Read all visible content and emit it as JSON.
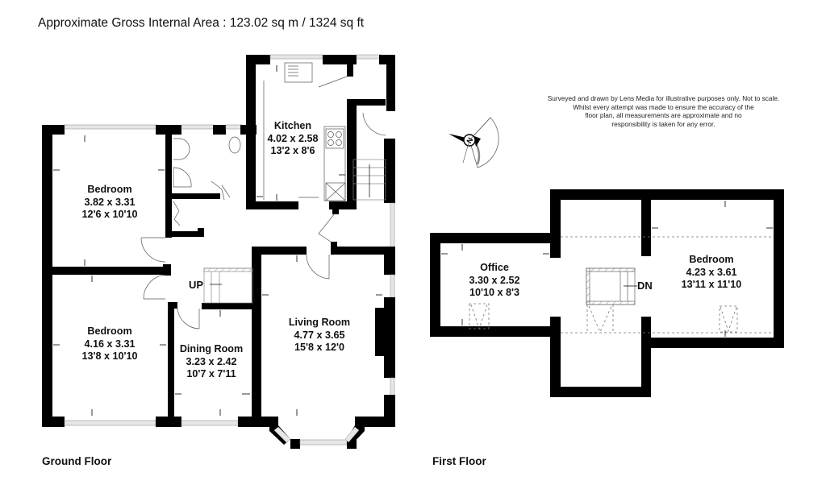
{
  "header": {
    "title": "Approximate Gross Internal Area : 123.02 sq m / 1324 sq ft"
  },
  "disclaimer": {
    "lines": [
      "Surveyed and drawn by Lens Media for illustrative purposes only. Not to scale.",
      "Whilst every attempt was made to ensure the accuracy of the",
      "floor plan, all measurements are approximate and no",
      "responsibility is taken for any error."
    ]
  },
  "compass": {
    "icon": "compass-north-icon",
    "letter": "N"
  },
  "floors": {
    "ground": {
      "label": "Ground Floor",
      "stairs_label": "UP",
      "rooms": [
        {
          "name": "Kitchen",
          "metric": "4.02 x 2.58",
          "imperial": "13'2 x 8'6"
        },
        {
          "name": "Bedroom",
          "metric": "3.82 x 3.31",
          "imperial": "12'6 x 10'10"
        },
        {
          "name": "Bedroom",
          "metric": "4.16 x 3.31",
          "imperial": "13'8 x 10'10"
        },
        {
          "name": "Dining Room",
          "metric": "3.23 x 2.42",
          "imperial": "10'7 x 7'11"
        },
        {
          "name": "Living Room",
          "metric": "4.77 x 3.65",
          "imperial": "15'8 x 12'0"
        }
      ]
    },
    "first": {
      "label": "First Floor",
      "stairs_label": "DN",
      "rooms": [
        {
          "name": "Office",
          "metric": "3.30 x 2.52",
          "imperial": "10'10 x 8'3"
        },
        {
          "name": "Bedroom",
          "metric": "4.23 x 3.61",
          "imperial": "13'11 x 11'10"
        }
      ]
    }
  },
  "colors": {
    "wall": "#000000",
    "window": "#e0e0e0",
    "line": "#555555"
  }
}
